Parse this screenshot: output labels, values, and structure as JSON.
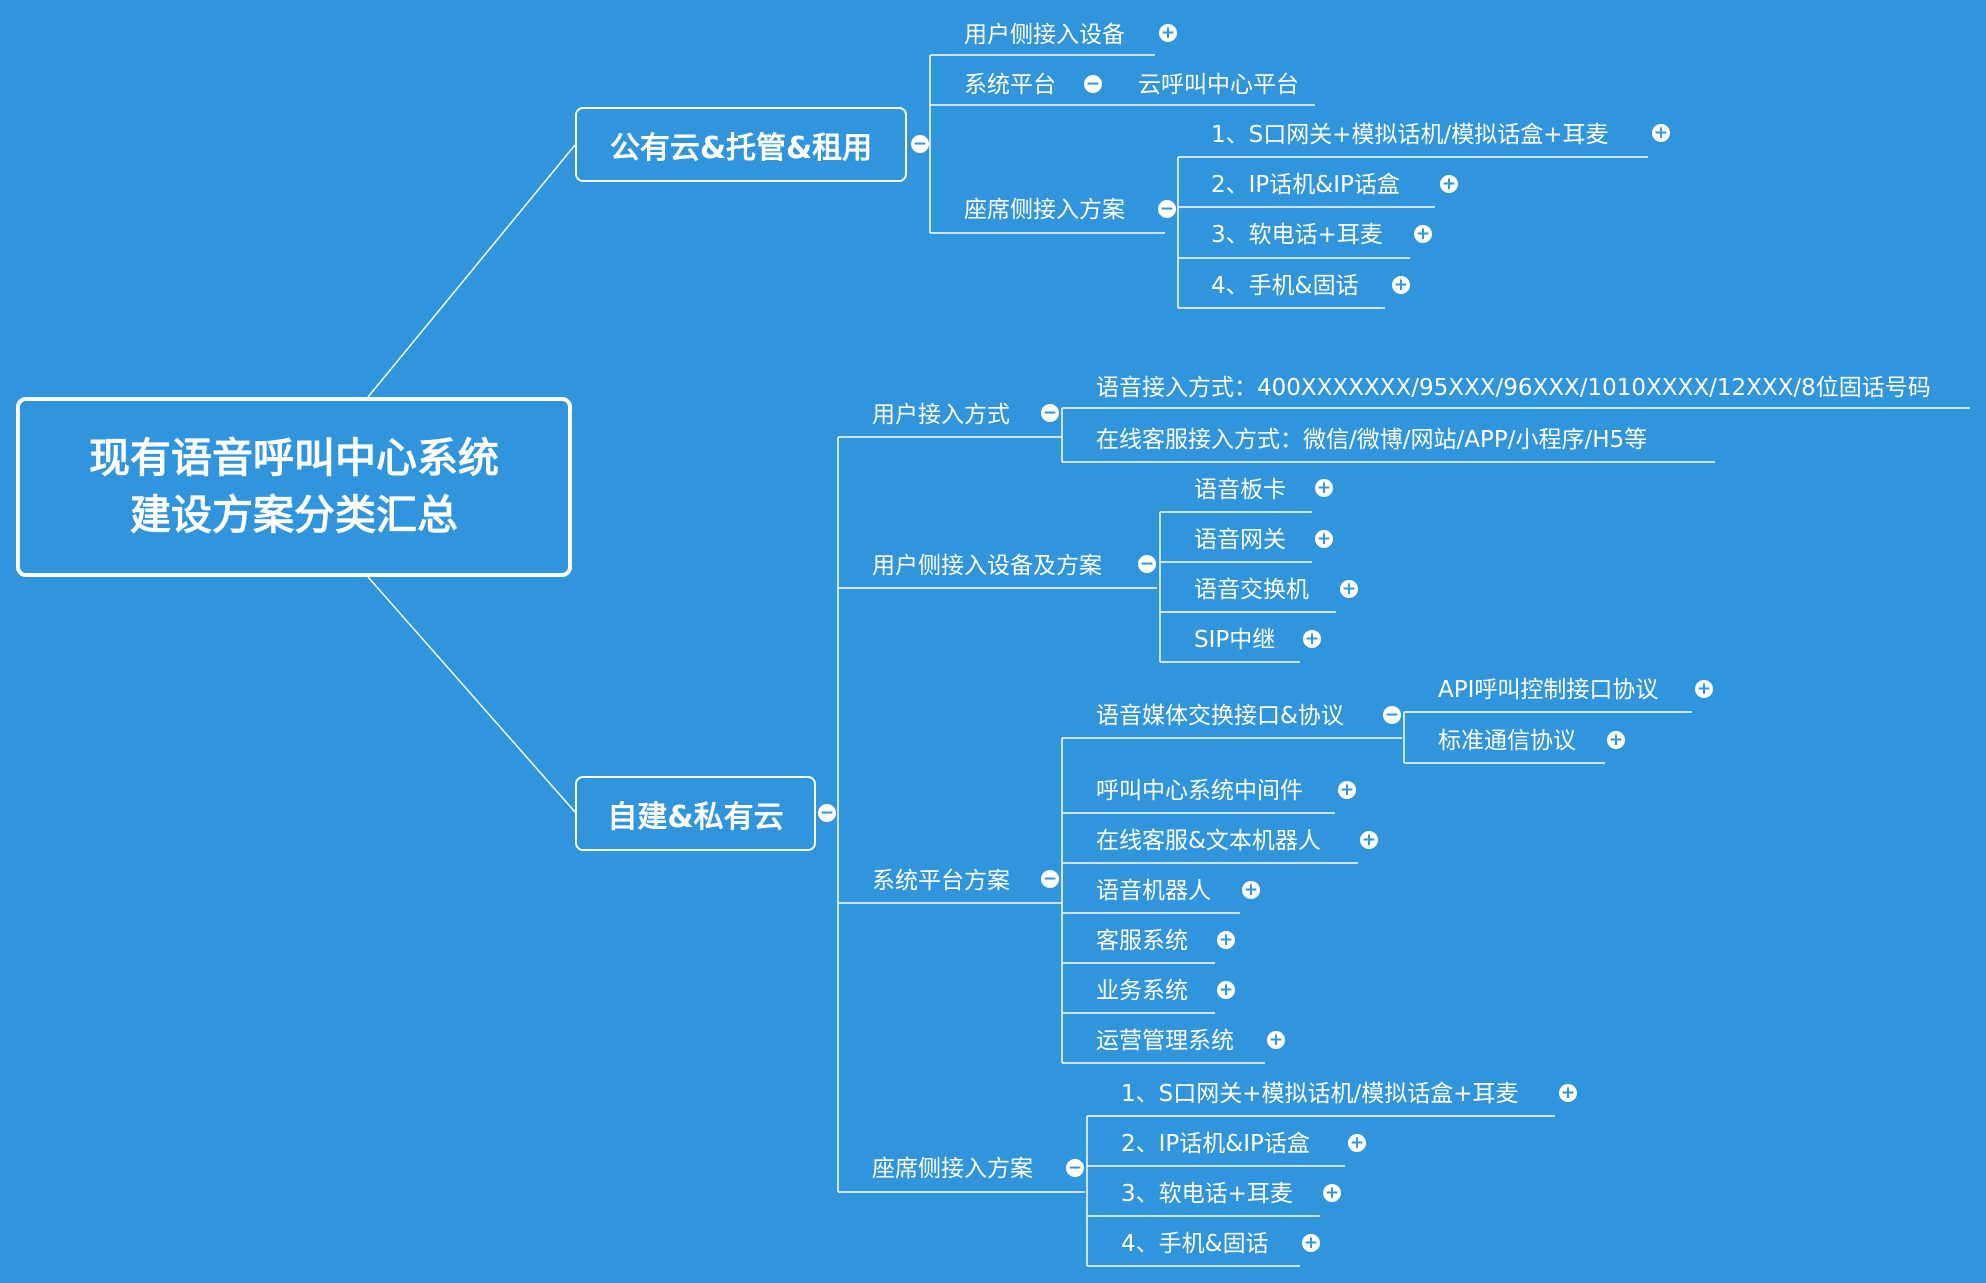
{
  "root": {
    "line1": "现有语音呼叫中心系统",
    "line2": "建设方案分类汇总"
  },
  "icons": {
    "expand": "+",
    "collapse": "−"
  },
  "colors": {
    "background": "#3195dd",
    "line": "#ffffff",
    "toggle_glyph": "#3195dd"
  },
  "public_cloud": {
    "label": "公有云&托管&租用",
    "user_device": "用户侧接入设备",
    "platform": "系统平台",
    "platform_child": "云呼叫中心平台",
    "seat_solution": "座席侧接入方案",
    "seat_items": [
      "1、S口网关+模拟话机/模拟话盒+耳麦",
      "2、IP话机&IP话盒",
      "3、软电话+耳麦",
      "4、手机&固话"
    ]
  },
  "private_cloud": {
    "label": "自建&私有云",
    "user_access": "用户接入方式",
    "user_access_items": [
      "语音接入方式：400XXXXXXX/95XXX/96XXX/1010XXXX/12XXX/8位固话号码",
      "在线客服接入方式：微信/微博/网站/APP/小程序/H5等"
    ],
    "user_device": "用户侧接入设备及方案",
    "user_device_items": [
      "语音板卡",
      "语音网关",
      "语音交换机",
      "SIP中继"
    ],
    "platform": "系统平台方案",
    "media": "语音媒体交换接口&协议",
    "media_items": [
      "API呼叫控制接口协议",
      "标准通信协议"
    ],
    "platform_items": [
      "呼叫中心系统中间件",
      "在线客服&文本机器人",
      "语音机器人",
      "客服系统",
      "业务系统",
      "运营管理系统"
    ],
    "seat_solution": "座席侧接入方案",
    "seat_items": [
      "1、S口网关+模拟话机/模拟话盒+耳麦",
      "2、IP话机&IP话盒",
      "3、软电话+耳麦",
      "4、手机&固话"
    ]
  }
}
